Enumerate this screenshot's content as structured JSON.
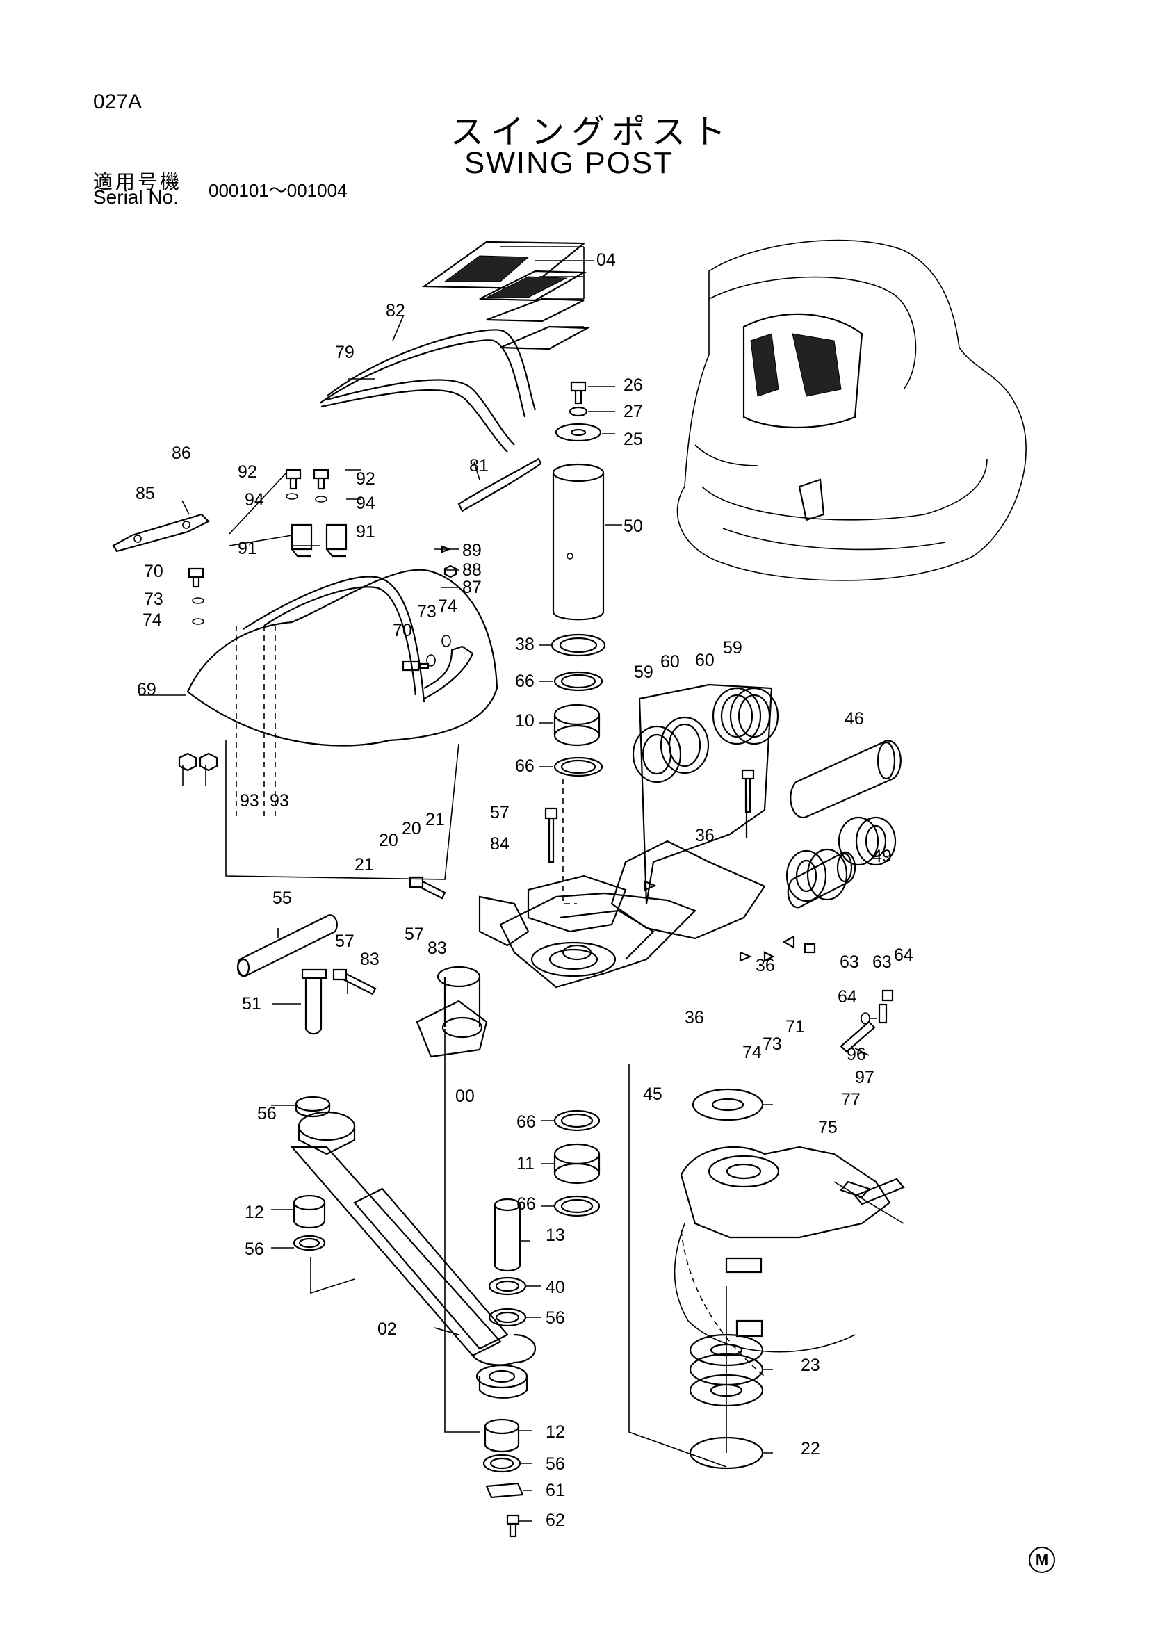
{
  "header": {
    "page_code": "027A",
    "title_jp": "スイングポスト",
    "title_en": "SWING POST",
    "serial_label_jp": "適用号機",
    "serial_label_en": "Serial No.",
    "serial_range": "000101～001004",
    "mark": "M"
  },
  "callouts": [
    "04",
    "82",
    "79",
    "26",
    "27",
    "25",
    "81",
    "50",
    "86",
    "92",
    "92",
    "94",
    "94",
    "85",
    "91",
    "91",
    "89",
    "88",
    "87",
    "70",
    "73",
    "74",
    "70",
    "73",
    "74",
    "69",
    "38",
    "66",
    "10",
    "66",
    "59",
    "60",
    "60",
    "59",
    "46",
    "93",
    "93",
    "57",
    "84",
    "36",
    "49",
    "21",
    "20",
    "20",
    "21",
    "55",
    "57",
    "83",
    "57",
    "83",
    "51",
    "36",
    "64",
    "63",
    "63",
    "64",
    "36",
    "74",
    "73",
    "71",
    "96",
    "97",
    "77",
    "75",
    "45",
    "00",
    "56",
    "66",
    "11",
    "66",
    "12",
    "56",
    "13",
    "40",
    "56",
    "02",
    "23",
    "12",
    "56",
    "61",
    "62",
    "22"
  ]
}
